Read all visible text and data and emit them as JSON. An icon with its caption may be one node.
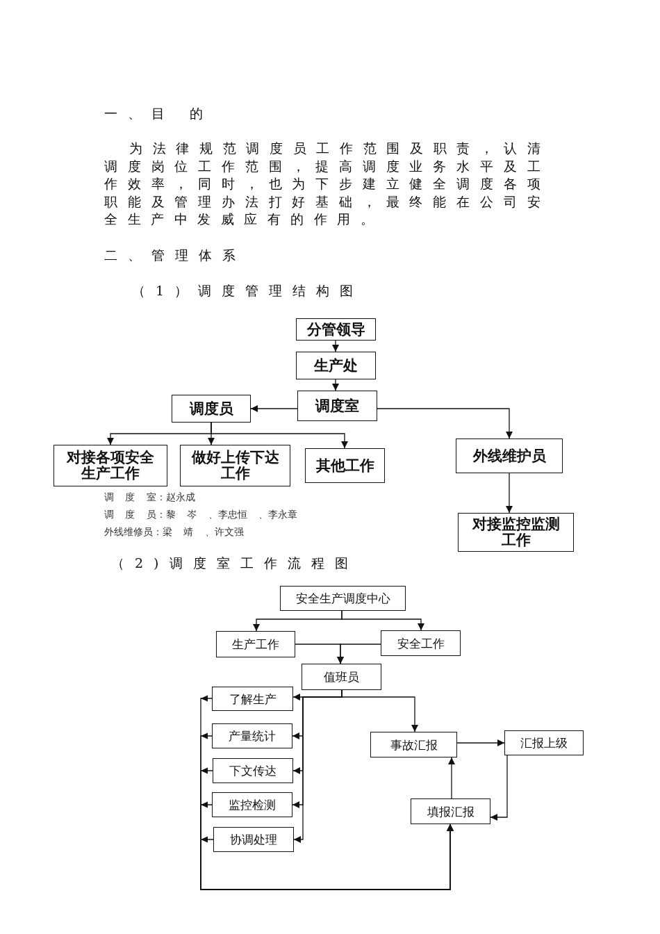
{
  "diagram": {
    "nodes": [
      {
        "text": [
          "分管领导"
        ]
      },
      {
        "text": [
          "生产处"
        ]
      },
      {
        "text": [
          "调度室"
        ]
      },
      {
        "text": [
          "调度员"
        ]
      },
      {
        "text": [
          "对接各项安全生产工作"
        ]
      },
      {
        "text": [
          "做好上传下达工作"
        ]
      },
      {
        "text": [
          "其他工作"
        ]
      },
      {
        "text": [
          "外线维护员"
        ]
      },
      {
        "text": [
          "对接监控监测工作"
        ]
      },
      {
        "text": [
          "安全生产调度中心"
        ]
      },
      {
        "text": [
          "生产工作"
        ]
      },
      {
        "text": [
          "安全工作"
        ]
      },
      {
        "text": [
          "值班员"
        ]
      },
      {
        "text": [
          "了解生产"
        ]
      },
      {
        "text": [
          "产量统计"
        ]
      },
      {
        "text": [
          "下文传达"
        ]
      },
      {
        "text": [
          "监控检测"
        ]
      },
      {
        "text": [
          "协调处理"
        ]
      },
      {
        "text": [
          "事故汇报"
        ]
      },
      {
        "text": [
          "汇报上级"
        ]
      },
      {
        "text": [
          "填报汇报"
        ]
      }
    ],
    "edges": [
      {
        "from": 0,
        "to": 1,
        "arrow": "to"
      },
      {
        "from": 1,
        "to": 2,
        "arrow": "to"
      },
      {
        "from": 2,
        "to": 3,
        "arrow": "to"
      },
      {
        "from": 2,
        "to": 7,
        "arrow": "to"
      },
      {
        "from": 3,
        "to": 4,
        "arrow": "to"
      },
      {
        "from": 3,
        "to": 5,
        "arrow": "to"
      },
      {
        "from": 3,
        "to": 6,
        "arrow": "to"
      },
      {
        "from": 7,
        "to": 8,
        "arrow": "to"
      },
      {
        "from": 9,
        "to": 10,
        "arrow": "to"
      },
      {
        "from": 9,
        "to": 11,
        "arrow": "to"
      },
      {
        "from": 10,
        "to": 12,
        "arrow": "to"
      },
      {
        "from": 11,
        "to": 12,
        "arrow": "to"
      },
      {
        "from": 12,
        "to": 13,
        "arrow": "to"
      },
      {
        "from": 12,
        "to": 14,
        "arrow": "to"
      },
      {
        "from": 12,
        "to": 15,
        "arrow": "to"
      },
      {
        "from": 12,
        "to": 16,
        "arrow": "to"
      },
      {
        "from": 12,
        "to": 17,
        "arrow": "to"
      },
      {
        "from": 12,
        "to": 18,
        "arrow": "to"
      },
      {
        "from": 13,
        "to": 20,
        "arrow": "to"
      },
      {
        "from": 14,
        "to": 20,
        "arrow": "to"
      },
      {
        "from": 15,
        "to": 20,
        "arrow": "to"
      },
      {
        "from": 16,
        "to": 20,
        "arrow": "to"
      },
      {
        "from": 17,
        "to": 20,
        "arrow": "to"
      },
      {
        "from": 18,
        "to": 19,
        "arrow": "to"
      },
      {
        "from": 19,
        "to": 20,
        "arrow": "to"
      },
      {
        "from": 20,
        "to": 18,
        "arrow": "to"
      }
    ],
    "labels": [
      "一、目 的",
      "为法律规范调度员工作范围及职责，认清调度岗位工作范围，提高调度业务水平及工作效率，同时，也为下步建立健全调度各项职能及管理办法打好基础，最终能在公司安全生产中发威应有的作用。",
      "二、管理体系",
      "（1）调度管理结构图",
      "调 度 室：赵永成",
      "调 度 员：黎 岑 、李忠恒 、李永章",
      "外线维修员：梁 靖 、许文强",
      "（2)调度室工作流程图"
    ]
  }
}
